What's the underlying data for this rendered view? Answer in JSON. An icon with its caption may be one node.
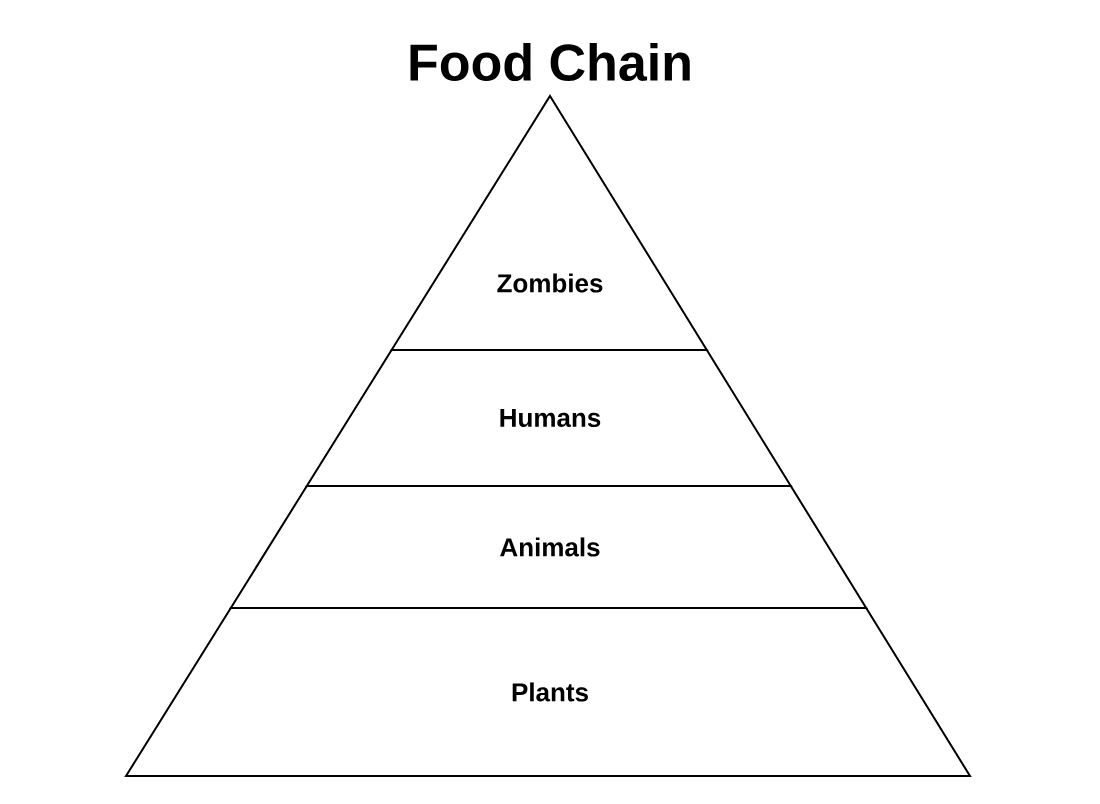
{
  "diagram": {
    "title": "Food Chain",
    "nodes": [
      {
        "text": [
          "Zombies"
        ]
      },
      {
        "text": [
          "Humans"
        ]
      },
      {
        "text": [
          "Animals"
        ]
      },
      {
        "text": [
          "Plants"
        ]
      }
    ]
  }
}
